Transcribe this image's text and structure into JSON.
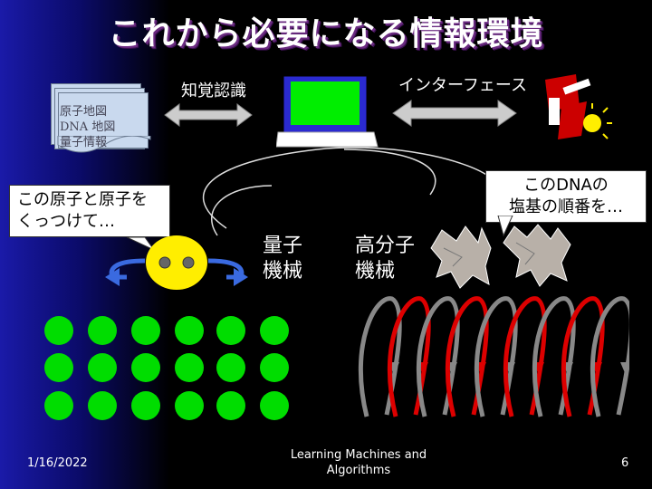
{
  "slide": {
    "title": "これから必要になる情報環境",
    "label_perception": "知覚認識",
    "label_interface": "インターフェース",
    "doc_lines": [
      "原子地図",
      "DNA 地図",
      "量子情報"
    ],
    "bubble_left_lines": [
      "この原子と原子を",
      "くっつけて…"
    ],
    "bubble_right_lines": [
      "このDNAの",
      "塩基の順番を…"
    ],
    "quantum_lines": [
      "量子",
      "機械"
    ],
    "polymer_lines": [
      "高分子",
      "機械"
    ],
    "footer_date": "1/16/2022",
    "footer_center_lines": [
      "Learning Machines and",
      "Algorithms"
    ],
    "footer_page": "6"
  },
  "colors": {
    "green_dot": "#00dd00",
    "yellow_face": "#ffee00",
    "monitor_screen": "#00ee00",
    "monitor_body": "#2a2ad0",
    "helix_red": "#dd0000",
    "helix_gray": "#888888"
  }
}
